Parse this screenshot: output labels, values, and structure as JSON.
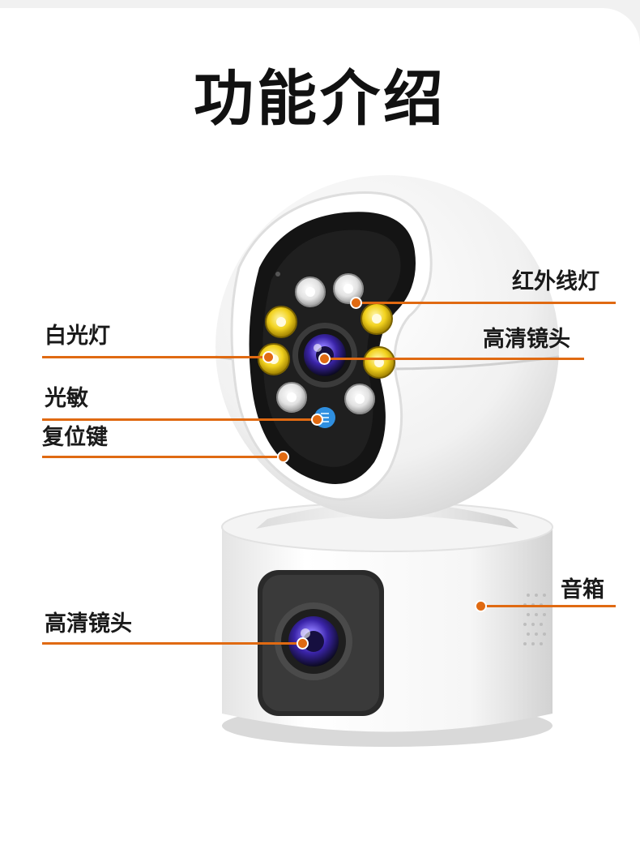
{
  "title": "功能介绍",
  "callouts": {
    "ir_light": "红外线灯",
    "white_light": "白光灯",
    "hd_lens_top": "高清镜头",
    "photosensor": "光敏",
    "reset_key": "复位键",
    "speaker": "音箱",
    "hd_lens_bottom": "高清镜头"
  },
  "colors": {
    "accent": "#e06a12",
    "ir_led": "#ececec",
    "white_led": "#f2d21e",
    "lens": "#6a4fd8",
    "photosensor": "#2f8fe0",
    "face_panel": "#141414"
  }
}
